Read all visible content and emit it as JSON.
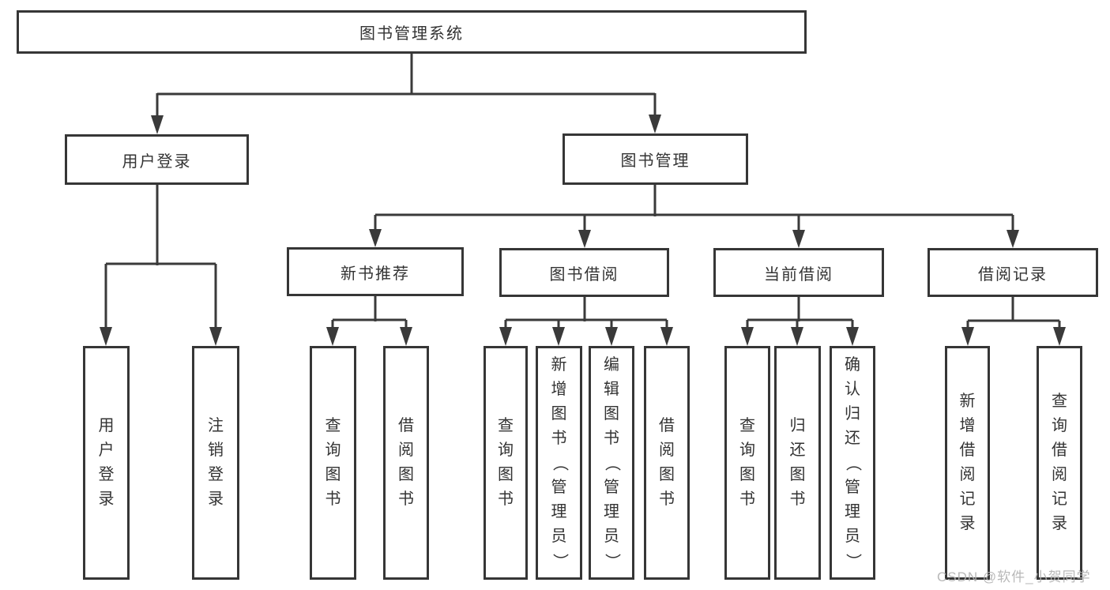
{
  "diagram_type": "hierarchy-tree",
  "watermark": "CSDN @软件_小贺同学",
  "colors": {
    "line": "#3a3a3a",
    "node_border": "#363636",
    "node_text": "#333333",
    "watermark_text": "#b3b3b3",
    "background": "#ffffff"
  },
  "nodes": {
    "root": {
      "label": "图书管理系统"
    },
    "user_login": {
      "label": "用户登录"
    },
    "book_mgmt": {
      "label": "图书管理"
    },
    "new_book_rec": {
      "label": "新书推荐"
    },
    "book_borrow": {
      "label": "图书借阅"
    },
    "current_borrow": {
      "label": "当前借阅"
    },
    "borrow_records": {
      "label": "借阅记录"
    },
    "login": {
      "label": "用户登录"
    },
    "logout": {
      "label": "注销登录"
    },
    "nb_query": {
      "label": "查询图书"
    },
    "nb_borrow": {
      "label": "借阅图书"
    },
    "bb_query": {
      "label": "查询图书"
    },
    "bb_add": {
      "label": "新增图书（管理员）"
    },
    "bb_edit": {
      "label": "编辑图书（管理员）"
    },
    "bb_borrow": {
      "label": "借阅图书"
    },
    "cb_query": {
      "label": "查询图书"
    },
    "cb_return": {
      "label": "归还图书"
    },
    "cb_confirm": {
      "label": "确认归还（管理员）"
    },
    "br_add": {
      "label": "新增借阅记录"
    },
    "br_query": {
      "label": "查询借阅记录"
    }
  },
  "tree": {
    "label": "图书管理系统",
    "children": [
      {
        "label": "用户登录",
        "children": [
          {
            "label": "用户登录"
          },
          {
            "label": "注销登录"
          }
        ]
      },
      {
        "label": "图书管理",
        "children": [
          {
            "label": "新书推荐",
            "children": [
              {
                "label": "查询图书"
              },
              {
                "label": "借阅图书"
              }
            ]
          },
          {
            "label": "图书借阅",
            "children": [
              {
                "label": "查询图书"
              },
              {
                "label": "新增图书（管理员）"
              },
              {
                "label": "编辑图书（管理员）"
              },
              {
                "label": "借阅图书"
              }
            ]
          },
          {
            "label": "当前借阅",
            "children": [
              {
                "label": "查询图书"
              },
              {
                "label": "归还图书"
              },
              {
                "label": "确认归还（管理员）"
              }
            ]
          },
          {
            "label": "借阅记录",
            "children": [
              {
                "label": "新增借阅记录"
              },
              {
                "label": "查询借阅记录"
              }
            ]
          }
        ]
      }
    ]
  }
}
